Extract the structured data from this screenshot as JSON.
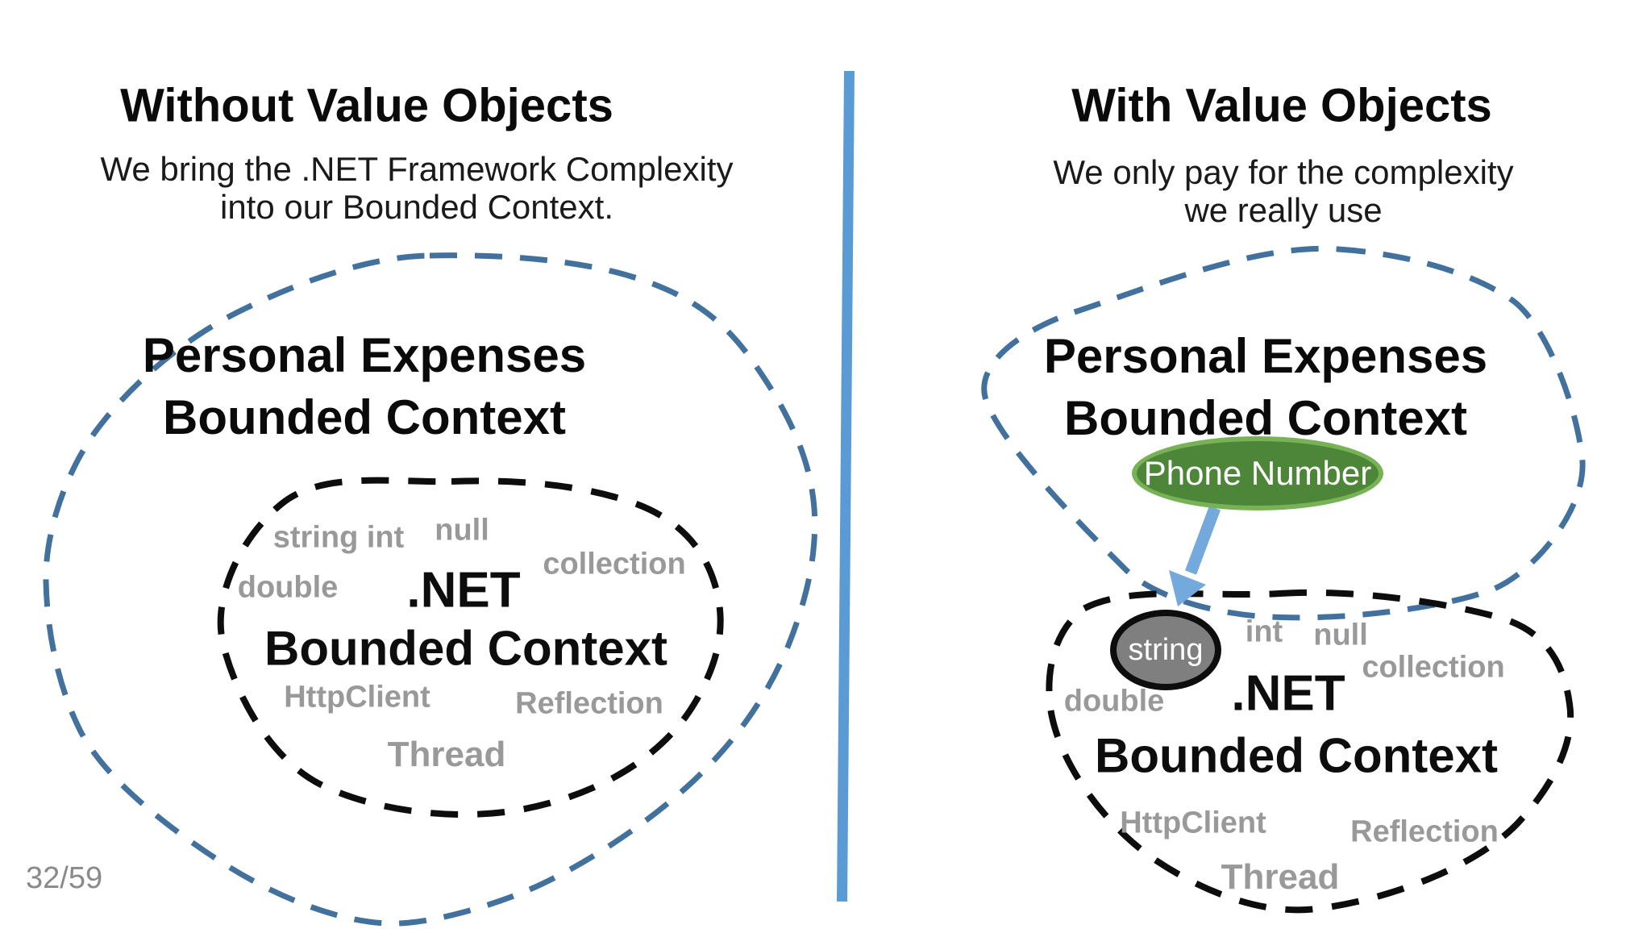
{
  "slide": {
    "page_indicator": "32/59"
  },
  "left_panel": {
    "title": "Without Value Objects",
    "subtitle": [
      "We bring the .NET Framework Complexity",
      "into our Bounded Context."
    ],
    "bounded_context": {
      "line1": "Personal Expenses",
      "line2": "Bounded Context"
    },
    "net_context": {
      "net": ".NET",
      "bounded": "Bounded Context",
      "types": {
        "string_int": "string int",
        "null": "null",
        "collection": "collection",
        "double": "double",
        "httpclient": "HttpClient",
        "reflection": "Reflection",
        "thread": "Thread"
      }
    }
  },
  "right_panel": {
    "title": "With Value Objects",
    "subtitle": [
      "We only pay for the complexity",
      "we really use"
    ],
    "bounded_context": {
      "line1": "Personal Expenses",
      "line2": "Bounded Context"
    },
    "phone_value_object": "Phone Number",
    "string_value_object": "string",
    "net_context": {
      "net": ".NET",
      "bounded": "Bounded Context",
      "types": {
        "int": "int",
        "null": "null",
        "collection": "collection",
        "double": "double",
        "httpclient": "HttpClient",
        "reflection": "Reflection",
        "thread": "Thread"
      }
    }
  },
  "colors": {
    "context_dash_blue": "#41719c",
    "net_dash_black": "#0d0d0d",
    "divider_blue": "#5b9bd5",
    "arrow_blue": "#74a9dd",
    "green_ellipse_fill": "#4e8639",
    "green_ellipse_border": "#77b356",
    "gray_ellipse_fill": "#7f7f7f",
    "framework_text_gray": "#999999",
    "page_indicator_gray": "#8a8a8a"
  }
}
